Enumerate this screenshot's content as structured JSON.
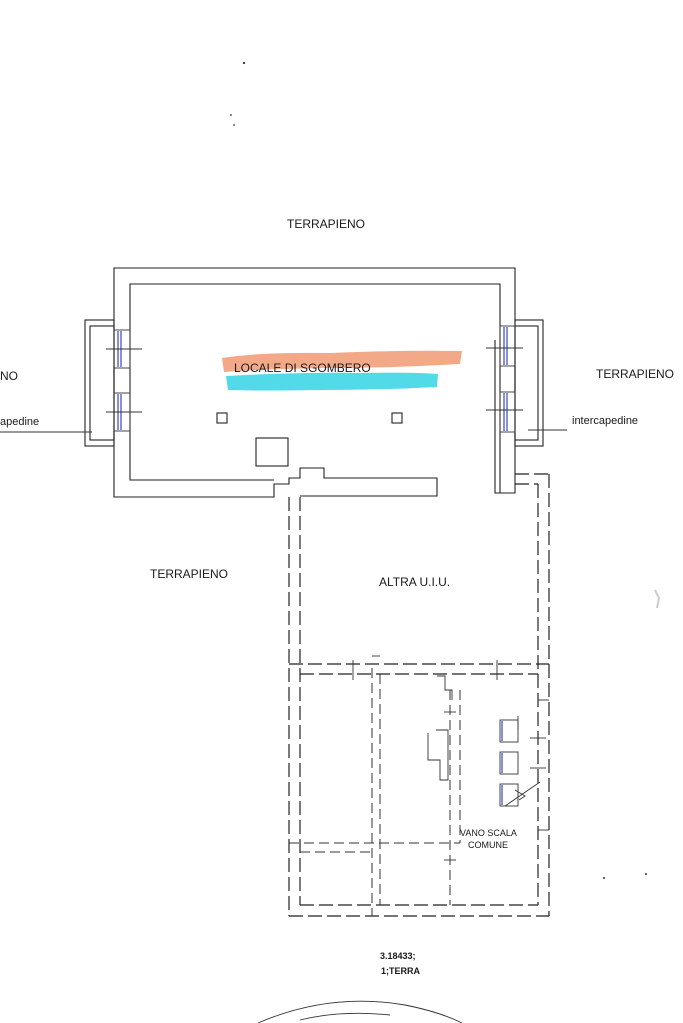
{
  "labels": {
    "terrapieno_top": "TERRAPIENO",
    "terrapieno_left": "NO",
    "intercapedine_left": "apedine",
    "terrapieno_right": "TERRAPIENO",
    "intercapedine_right": "intercapedine",
    "room_name": "LOCALE DI SGOMBERO",
    "terrapieno_bottom_left": "TERRAPIENO",
    "altra_uiu": "ALTRA U.I.U.",
    "vano_scala_line1": "VANO SCALA",
    "vano_scala_line2": "COMUNE",
    "reference_line1": "3.18433;",
    "reference_line2": "1;TERRA"
  },
  "colors": {
    "highlight_orange": "#f2a07a",
    "highlight_cyan": "#3fd6e6",
    "window_blue": "#5560c8",
    "line": "#222222"
  },
  "icons": {
    "north_arrow_hint": "curved-arc"
  }
}
